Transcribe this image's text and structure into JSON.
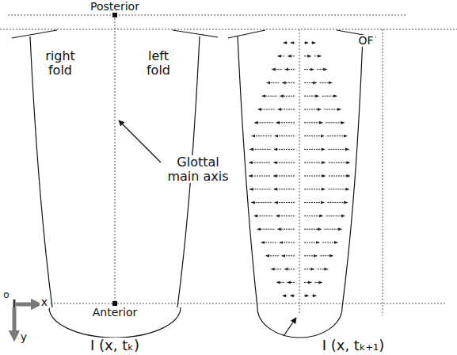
{
  "diagram": {
    "labels": [
      "Posterior",
      "right fold",
      "left fold",
      "Glottal main axis",
      "Anterior",
      "o",
      "x",
      "y",
      "OF",
      "I (x, tₖ)",
      "I (x, tₖ₊₁)"
    ]
  }
}
